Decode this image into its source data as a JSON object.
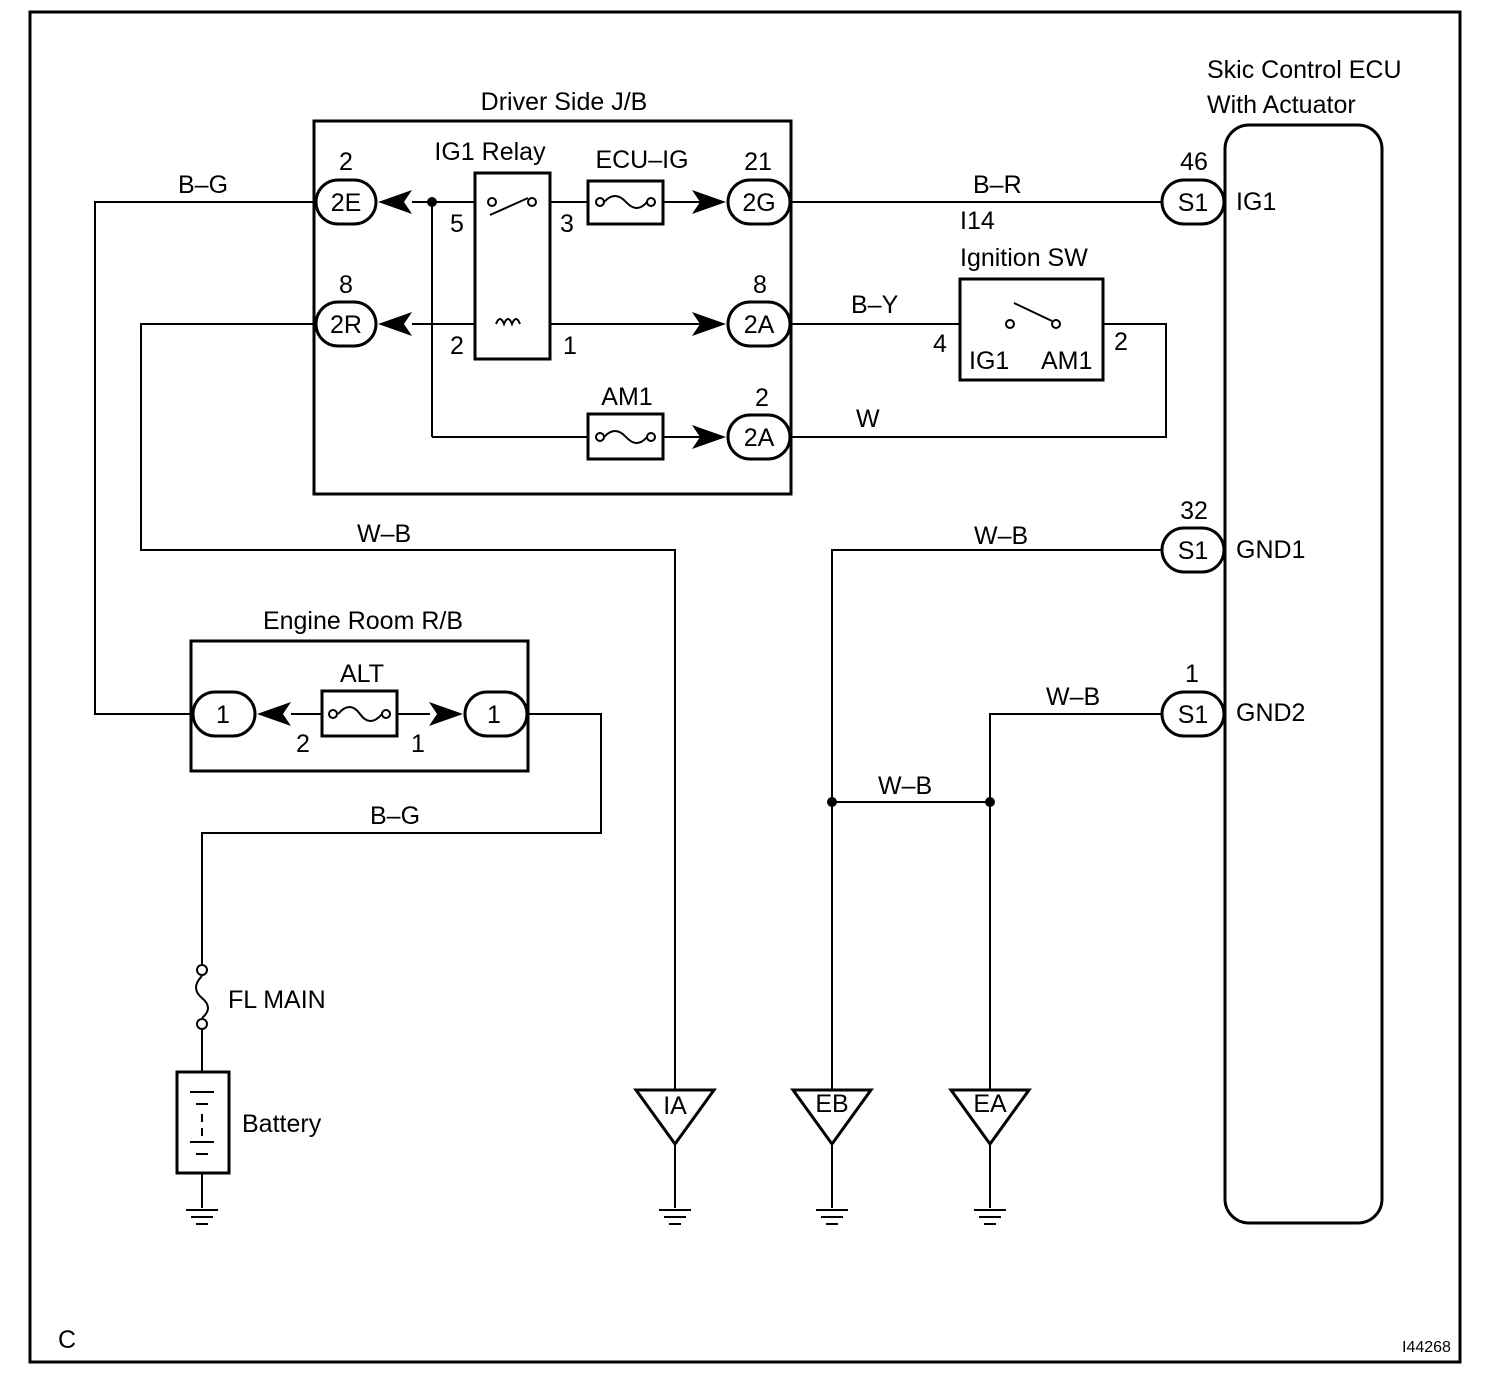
{
  "diagram": {
    "frame_label": "C",
    "figure_id": "I44268",
    "components": {
      "jb": {
        "title": "Driver Side J/B"
      },
      "ig1_relay": {
        "title": "IG1 Relay",
        "pins": {
          "p5": "5",
          "p3": "3",
          "p2": "2",
          "p1": "1"
        }
      },
      "ecu_ig_fuse": {
        "title": "ECU–IG"
      },
      "am1_fuse": {
        "title": "AM1"
      },
      "ignition_sw": {
        "ref": "I14",
        "title": "Ignition SW",
        "pin_left": "4",
        "pin_right": "2",
        "label_ig1": "IG1",
        "label_am1": "AM1"
      },
      "ecu": {
        "title_line1": "Skic Control ECU",
        "title_line2": "With Actuator",
        "pin_ig1": "IG1",
        "pin_gnd1": "GND1",
        "pin_gnd2": "GND2"
      },
      "engine_rb": {
        "title": "Engine Room R/B"
      },
      "alt_fuse": {
        "title": "ALT",
        "pin_left": "2",
        "pin_right": "1"
      },
      "fl_main": {
        "title": "FL MAIN"
      },
      "battery": {
        "title": "Battery"
      }
    },
    "connectors": {
      "c2e": {
        "code": "2E",
        "pin": "2"
      },
      "c2r": {
        "code": "2R",
        "pin": "8"
      },
      "c2g": {
        "code": "2G",
        "pin": "21"
      },
      "c2a_top": {
        "code": "2A",
        "pin": "8"
      },
      "c2a_bot": {
        "code": "2A",
        "pin": "2"
      },
      "s1_ig1": {
        "code": "S1",
        "pin": "46"
      },
      "s1_gnd1": {
        "code": "S1",
        "pin": "32"
      },
      "s1_gnd2": {
        "code": "S1",
        "pin": "1"
      },
      "rb_left": {
        "code": "1"
      },
      "rb_right": {
        "code": "1"
      }
    },
    "wires": {
      "bg_top": "B–G",
      "br": "B–R",
      "by": "B–Y",
      "w": "W",
      "wb_left": "W–B",
      "wb_gnd1": "W–B",
      "wb_gnd2": "W–B",
      "wb_junction": "W–B",
      "bg_bottom": "B–G"
    },
    "grounds": {
      "ia": "IA",
      "eb": "EB",
      "ea": "EA"
    }
  }
}
